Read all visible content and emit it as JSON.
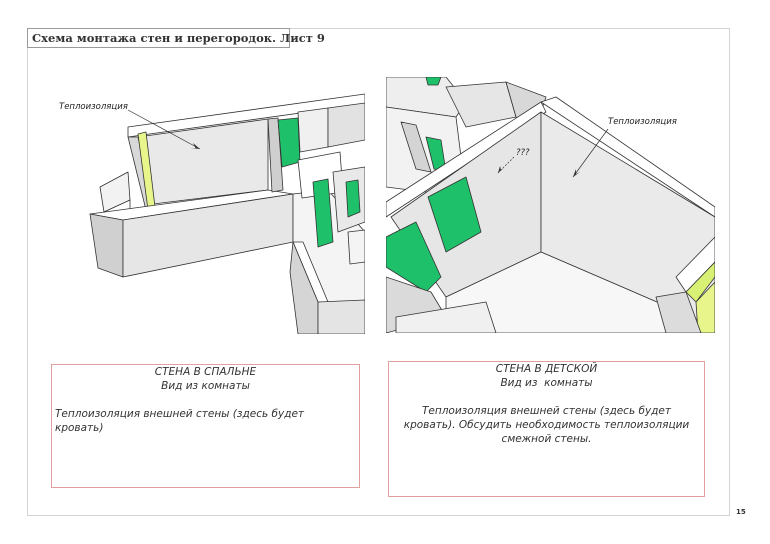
{
  "page": {
    "title": "Схема монтажа стен и перегородок. Лист 9",
    "page_number": "15"
  },
  "left_figure": {
    "label": "Теплоизоляция"
  },
  "right_figure": {
    "label": "Теплоизоляция",
    "question_label": "???"
  },
  "left_note": {
    "heading": "СТЕНА В СПАЛЬНЕ",
    "subheading": "Вид из комнаты",
    "body": "Теплоизоляция внешней стены (здесь будет кровать)"
  },
  "right_note": {
    "heading": "СТЕНА В ДЕТСКОЙ",
    "subheading": "Вид из  комнаты",
    "body": "Теплоизоляция внешней стены (здесь будет кровать). Обсудить необходимость теплоизоляции смежной стены."
  },
  "colors": {
    "wall_face": "#e8e8e8",
    "wall_top": "#ffffff",
    "wall_shadow": "#c9c9c9",
    "green_panel": "#1fc06a",
    "insulation_yellow": "#e7f58a",
    "outline": "#333333",
    "note_border": "#e0a0a0"
  }
}
